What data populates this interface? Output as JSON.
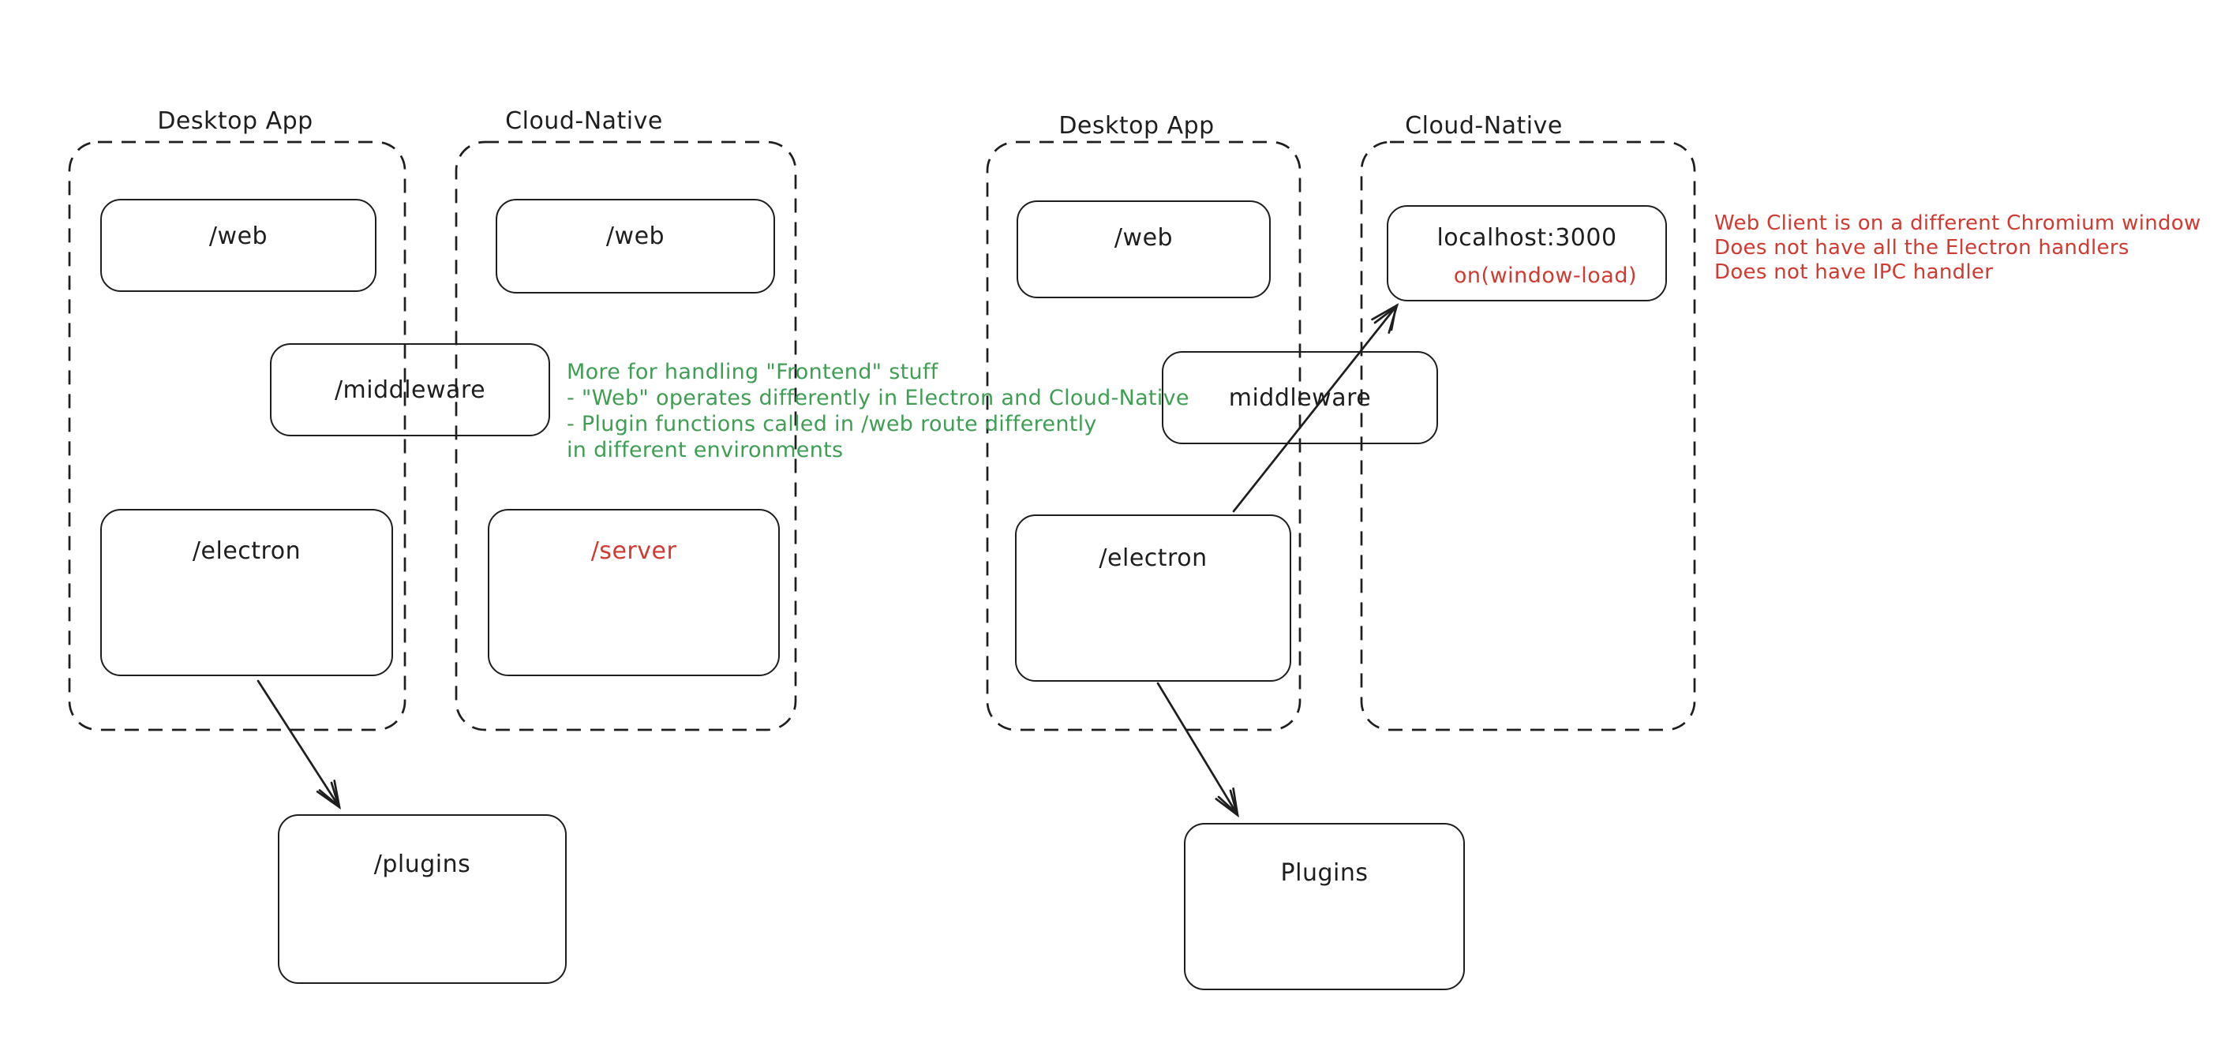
{
  "colors": {
    "stroke": "#1e1e1e",
    "red_accent": "#d03a31",
    "green_accent": "#3f9e54",
    "background": "#ffffff"
  },
  "left": {
    "desktop_app": {
      "title": "Desktop App",
      "web_label": "/web",
      "electron_label": "/electron"
    },
    "cloud_native": {
      "title": "Cloud-Native",
      "web_label": "/web",
      "server_label": "/server"
    },
    "middleware_label": "/middleware",
    "plugins_label": "/plugins"
  },
  "right": {
    "desktop_app": {
      "title": "Desktop App",
      "web_label": "/web",
      "electron_label": "/electron"
    },
    "cloud_native": {
      "title": "Cloud-Native",
      "localhost_label": "localhost:3000",
      "window_load_label": "on(window-load)"
    },
    "middleware_label": "middleware",
    "plugins_label": "Plugins"
  },
  "annotations": {
    "green_note": {
      "color": "#3f9e54",
      "lines": [
        "More for handling \"Frontend\" stuff",
        "- \"Web\" operates differently in Electron and Cloud-Native",
        "- Plugin functions called in /web route differently",
        "in different environments"
      ]
    },
    "red_note": {
      "color": "#d03a31",
      "lines": [
        "Web Client is on a different Chromium window",
        "Does not have all the Electron handlers",
        "Does not have IPC handler"
      ]
    }
  }
}
